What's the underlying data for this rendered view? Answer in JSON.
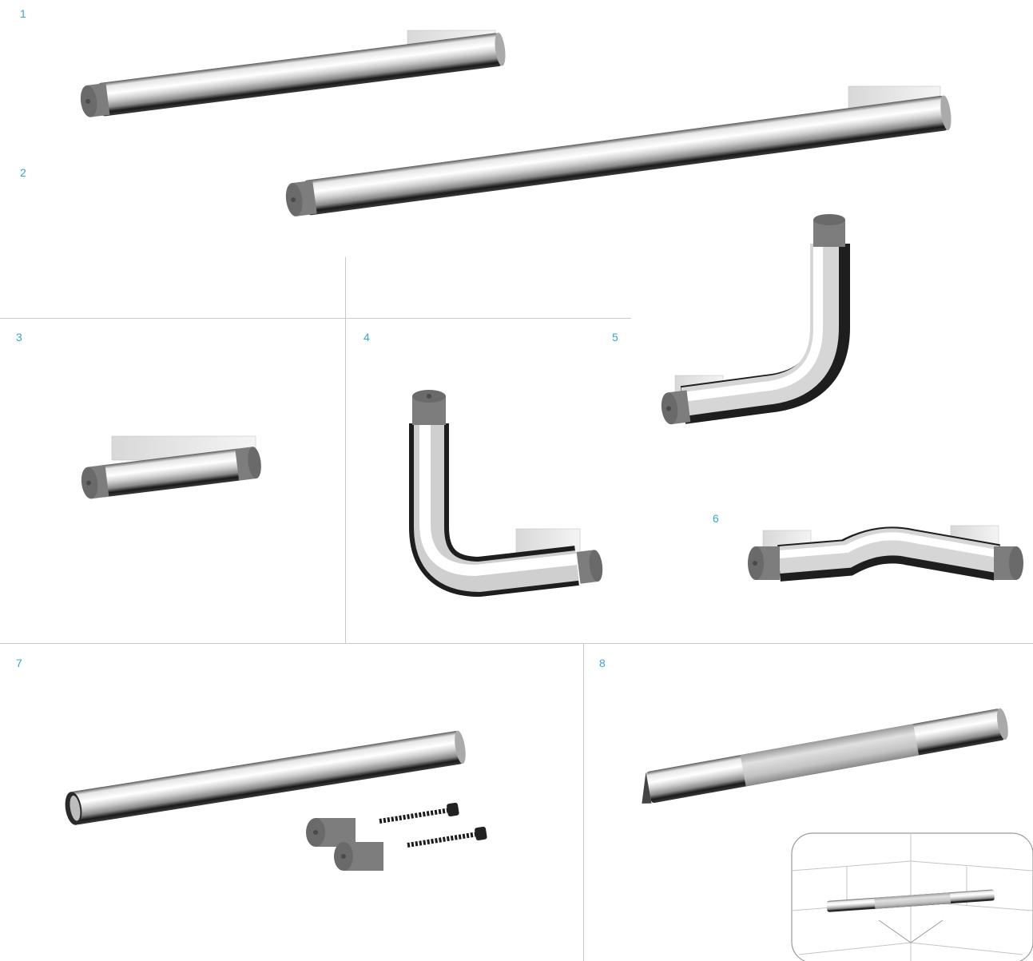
{
  "labels": {
    "n1": "1",
    "n2": "2",
    "n3": "3",
    "n4": "4",
    "n5": "5",
    "n6": "6",
    "n7": "7",
    "n8": "8"
  },
  "colors": {
    "label": "#3aa6c8",
    "divider": "#c9c9c9",
    "cap": "#7a7a7a",
    "chrome_dark": "#1c1c1c",
    "chrome_light": "#f4f4f4",
    "grip": "#cfcfcf"
  }
}
